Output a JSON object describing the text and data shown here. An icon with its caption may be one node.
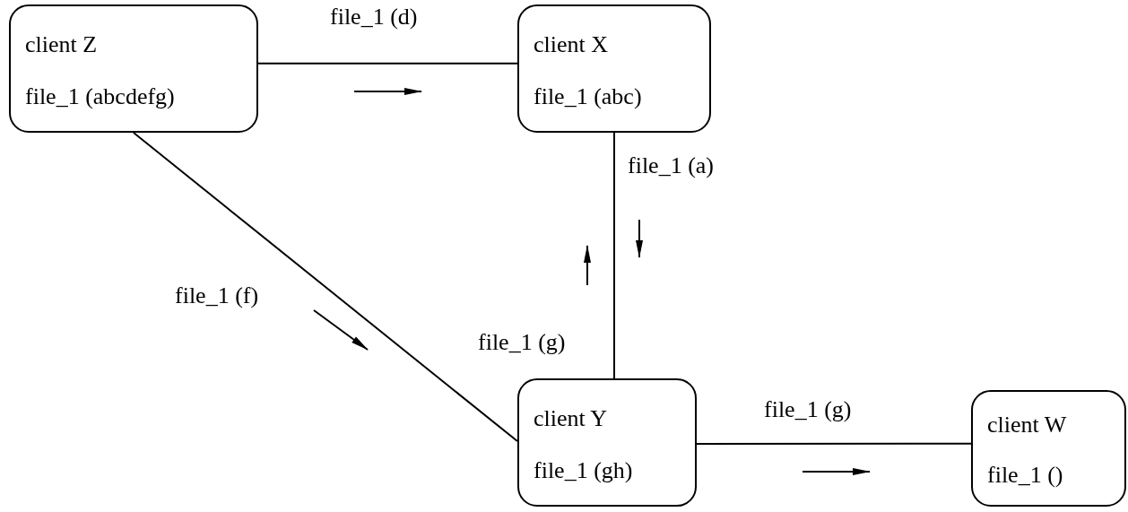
{
  "diagram": {
    "nodes": [
      {
        "text": [
          "client Z",
          "file_1 (abcdefg)"
        ]
      },
      {
        "text": [
          "client X",
          "file_1 (abc)"
        ]
      },
      {
        "text": [
          "client Y",
          "file_1 (gh)"
        ]
      },
      {
        "text": [
          "client W",
          "file_1 ()"
        ]
      }
    ],
    "edges": [
      {
        "from": 0,
        "to": 1,
        "arrow": "none",
        "label": "file_1 (d)"
      },
      {
        "from": 1,
        "to": 2,
        "arrow": "none",
        "label": "file_1 (a)"
      },
      {
        "from": 0,
        "to": 2,
        "arrow": "none",
        "label": "file_1 (f)"
      },
      {
        "from": 2,
        "to": 3,
        "arrow": "none",
        "label": "file_1 (g)"
      }
    ],
    "labels": [
      "file_1 (g)"
    ]
  }
}
